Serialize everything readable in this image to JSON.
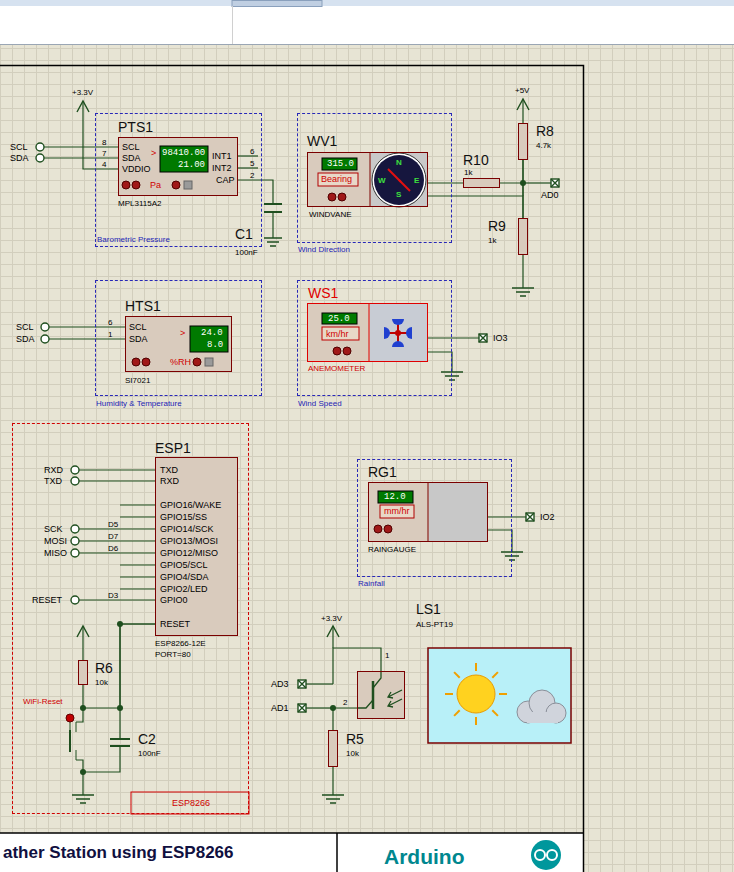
{
  "diagram": {
    "title": "ather Station using ESP8266",
    "nodes": [
      {
        "text": [
          "Barometric Pressure"
        ]
      },
      {
        "text": [
          "PTS1",
          "SCL",
          "SDA",
          "VDDIO",
          "INT1",
          "INT2",
          "CAP",
          "98410.00",
          "21.00",
          "Pa",
          "MPL3115A2"
        ],
        "in": 0
      },
      {
        "text": [
          "C1",
          "100nF"
        ]
      },
      {
        "text": [
          "Wind Direction"
        ]
      },
      {
        "text": [
          "WV1",
          "315.0",
          "Bearing",
          "N",
          "E",
          "S",
          "W",
          "WINDVANE"
        ],
        "in": 3
      },
      {
        "text": [
          "R8",
          "4.7k"
        ]
      },
      {
        "text": [
          "R10",
          "1k"
        ]
      },
      {
        "text": [
          "R9",
          "1k"
        ]
      },
      {
        "text": [
          "Humidity & Temperature"
        ]
      },
      {
        "text": [
          "HTS1",
          "SCL",
          "SDA",
          "24.0",
          "8.0",
          "%RH",
          "SI7021"
        ],
        "in": 8
      },
      {
        "text": [
          "Wind Speed"
        ]
      },
      {
        "text": [
          "WS1",
          "25.0",
          "km/hr",
          "ANEMOMETER"
        ],
        "in": 10
      },
      {
        "text": [
          "ESP8266"
        ]
      },
      {
        "text": [
          "ESP1",
          "TXD",
          "RXD",
          "GPIO16/WAKE",
          "GPIO15/SS",
          "GPIO14/SCK",
          "GPIO13/MOSI",
          "GPIO12/MISO",
          "GPIO5/SCL",
          "GPIO4/SDA",
          "GPIO2/LED",
          "GPIO0",
          "RESET",
          "ESP8266-12E",
          "PORT=80"
        ],
        "in": 12
      },
      {
        "text": [
          "R6",
          "10k"
        ],
        "in": 12
      },
      {
        "text": [
          "C2",
          "100nF"
        ],
        "in": 12
      },
      {
        "text": [
          "Rainfall"
        ]
      },
      {
        "text": [
          "RG1",
          "12.0",
          "mm/hr",
          "RAINGAUGE"
        ],
        "in": 16
      },
      {
        "text": [
          "LS1",
          "ALS-PT19"
        ]
      },
      {
        "text": [
          "R5",
          "10k"
        ]
      }
    ],
    "edges": [
      {
        "from": 1,
        "to": 2,
        "arrow": "none"
      },
      {
        "from": 4,
        "to": 6,
        "arrow": "none"
      },
      {
        "from": 4,
        "to": 7,
        "arrow": "none"
      },
      {
        "from": 6,
        "to": 5,
        "arrow": "none"
      },
      {
        "from": 5,
        "to": 7,
        "arrow": "none"
      },
      {
        "from": 13,
        "to": 14,
        "arrow": "none"
      },
      {
        "from": 13,
        "to": 15,
        "arrow": "none"
      },
      {
        "from": 18,
        "to": 19,
        "arrow": "none"
      }
    ],
    "labels": [
      "SCL",
      "SDA",
      "8",
      "7",
      "4",
      "6",
      "5",
      "2",
      "+3.3V",
      ">",
      "+5V",
      "AD0",
      "SCL",
      "SDA",
      "6",
      "1",
      ">",
      "IO3",
      "RXD",
      "TXD",
      "SCK",
      "MOSI",
      "MISO",
      "D5",
      "D7",
      "D6",
      "D3",
      "RESET",
      "WiFi-Reset",
      "IO2",
      "+3.3V",
      "1",
      "2",
      "AD3",
      "AD1",
      "Arduino"
    ]
  }
}
